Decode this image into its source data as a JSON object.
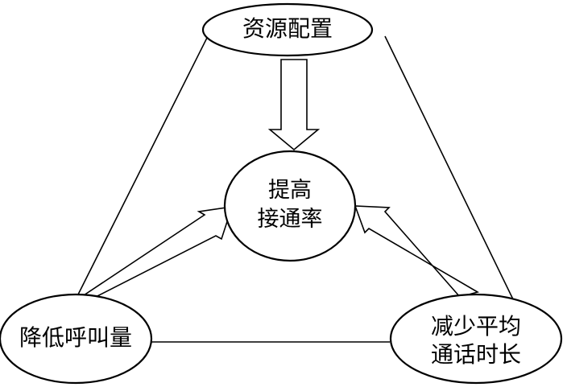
{
  "nodes": {
    "top": {
      "label": "资源配置"
    },
    "center": {
      "line1": "提高",
      "line2": "接通率"
    },
    "left": {
      "label": "降低呼叫量"
    },
    "right": {
      "line1": "减少平均",
      "line2": "通话时长"
    }
  },
  "colors": {
    "stroke": "#000000",
    "fill": "#ffffff"
  }
}
